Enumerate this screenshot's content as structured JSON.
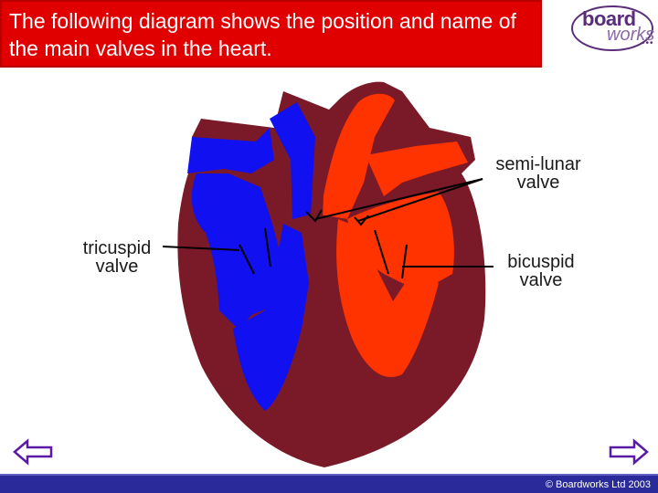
{
  "title": "The following diagram shows the position and name of the main valves in the heart.",
  "logo": {
    "line1": "board",
    "line2": "works",
    "dots": "•••"
  },
  "labels": {
    "semilunar_1": "semi-lunar",
    "semilunar_2": "valve",
    "tricuspid_1": "tricuspid",
    "tricuspid_2": "valve",
    "bicuspid_1": "bicuspid",
    "bicuspid_2": "valve"
  },
  "navigation": {
    "back_icon": "back-arrow-icon",
    "forward_icon": "forward-arrow-icon"
  },
  "footer": {
    "copyright": "© Boardworks Ltd 2003"
  },
  "colors": {
    "title_bg": "#e00000",
    "heart_muscle": "#7a1a28",
    "deoxygenated": "#1010f0",
    "oxygenated": "#ff3300",
    "footer_bar": "#2a2a9a",
    "nav_arrow": "#5a1aa8"
  }
}
